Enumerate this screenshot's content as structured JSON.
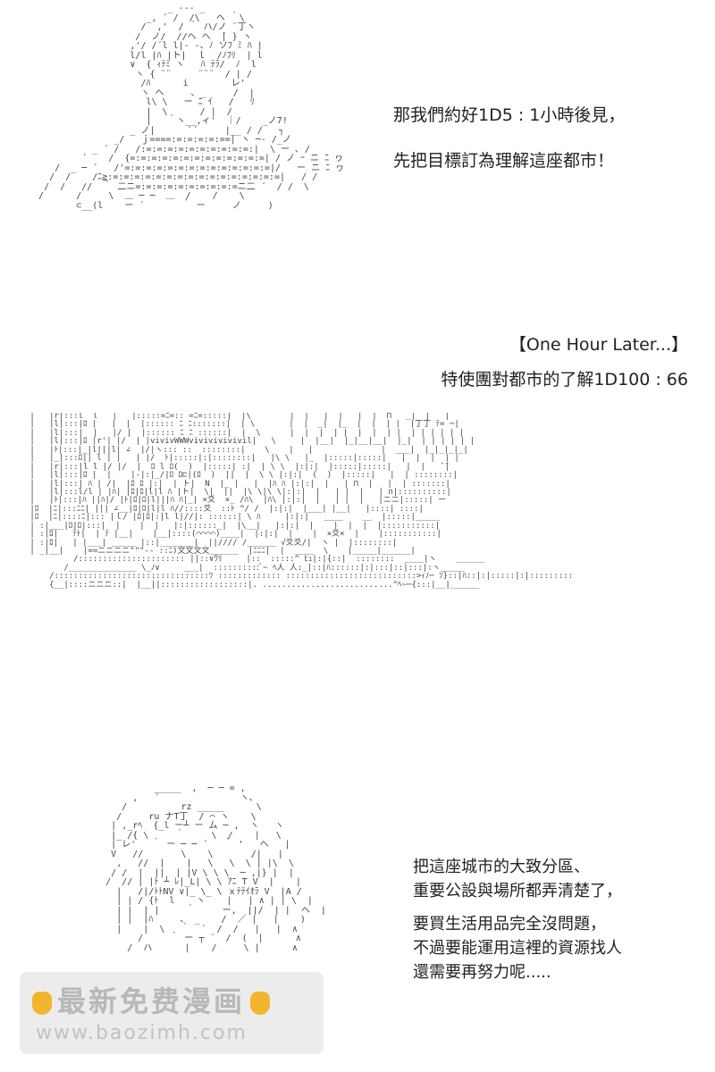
{
  "panel_top": {
    "dialog": [
      "那我們約好1D5 : 1小時後見，",
      "先把目標訂為理解這座都市！"
    ]
  },
  "narration": {
    "time_skip": "【One Hour Later...】",
    "roll": "特使團對都市的了解1D100 : 66"
  },
  "panel_bottom": {
    "dialog": [
      "把這座城市的大致分區、",
      "重要公設與場所都弄清楚了，",
      "要買生活用品完全沒問題，",
      "不過要能運用這裡的資源找人",
      "還需要再努力呢....."
    ]
  },
  "watermark": {
    "title": "最新免费漫画",
    "url": "www.baozimh.com",
    "icon": "pointing-hand-icon",
    "color": "#f3b52e"
  }
}
